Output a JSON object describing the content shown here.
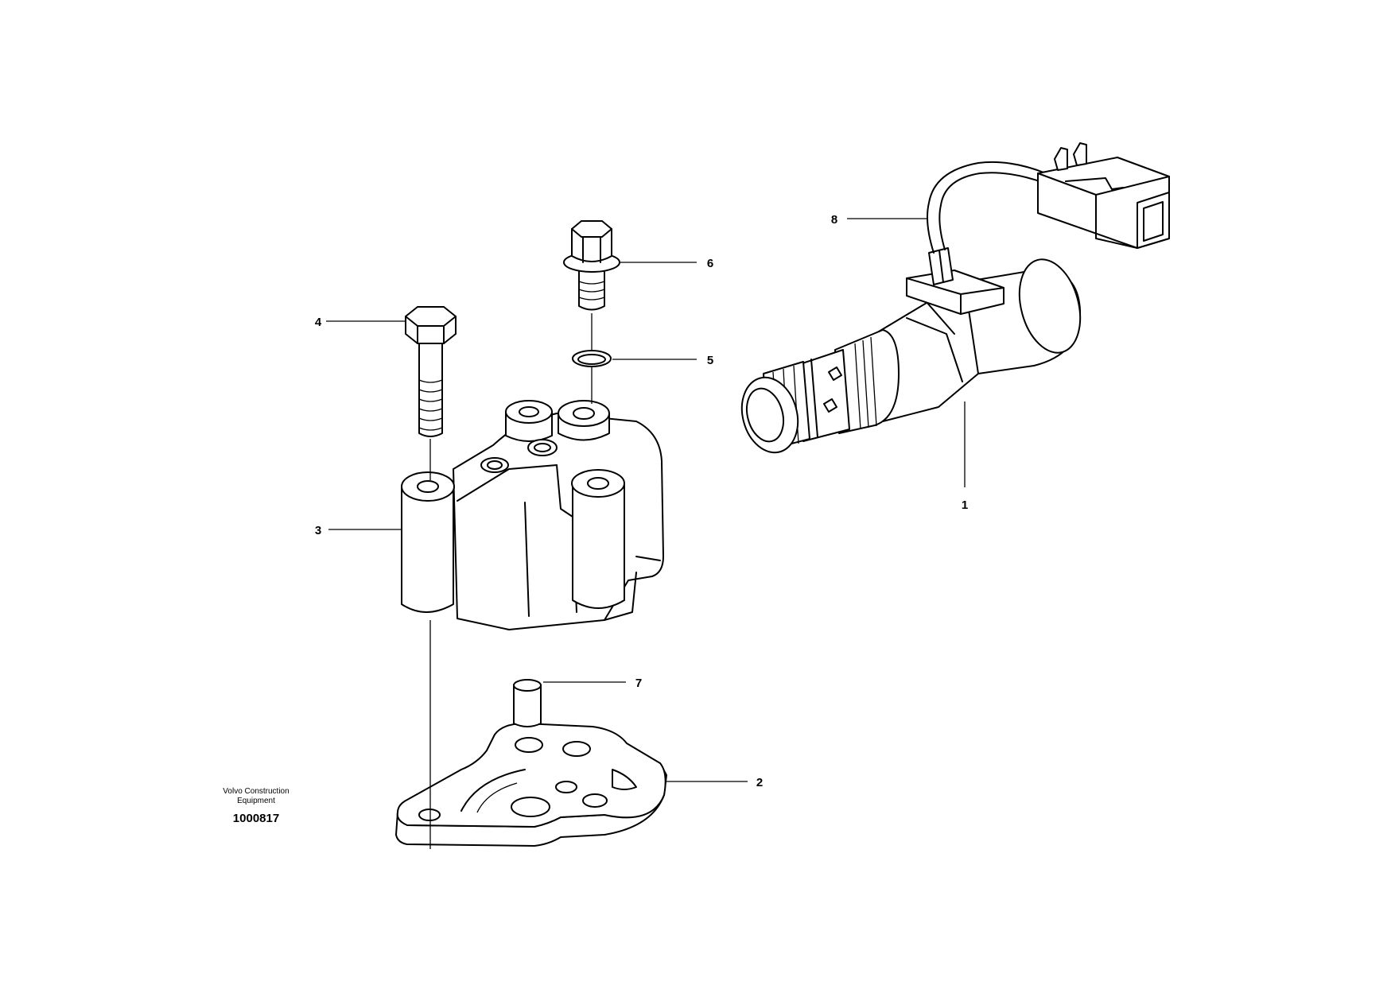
{
  "callouts": {
    "c1": "1",
    "c2": "2",
    "c3": "3",
    "c4": "4",
    "c5": "5",
    "c6": "6",
    "c7": "7",
    "c8": "8"
  },
  "caption": {
    "org_line1": "Volvo Construction",
    "org_line2": "Equipment",
    "drawing_number": "1000817"
  }
}
